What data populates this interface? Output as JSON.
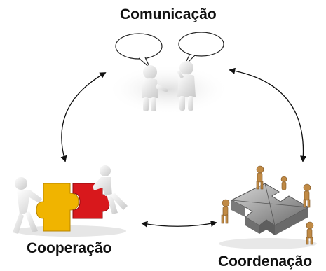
{
  "diagram": {
    "nodes": [
      {
        "id": "comunicacao",
        "label": "Comunicação",
        "illustration": "two-people-talking-speech-bubbles"
      },
      {
        "id": "cooperacao",
        "label": "Cooperação",
        "illustration": "two-figures-pushing-puzzle-pieces"
      },
      {
        "id": "coordenacao",
        "label": "Coordenação",
        "illustration": "wooden-figures-assembling-metal-puzzle"
      }
    ],
    "edges": [
      {
        "from": "comunicacao",
        "to": "cooperacao",
        "bidirectional": true
      },
      {
        "from": "comunicacao",
        "to": "coordenacao",
        "bidirectional": true
      },
      {
        "from": "cooperacao",
        "to": "coordenacao",
        "bidirectional": true
      }
    ],
    "colors": {
      "text": "#111111",
      "puzzle_yellow": "#f0b400",
      "puzzle_red": "#d8181c",
      "metal": "#9a9a9a",
      "wood": "#c08a45",
      "figure_white": "#eeeeee"
    }
  }
}
